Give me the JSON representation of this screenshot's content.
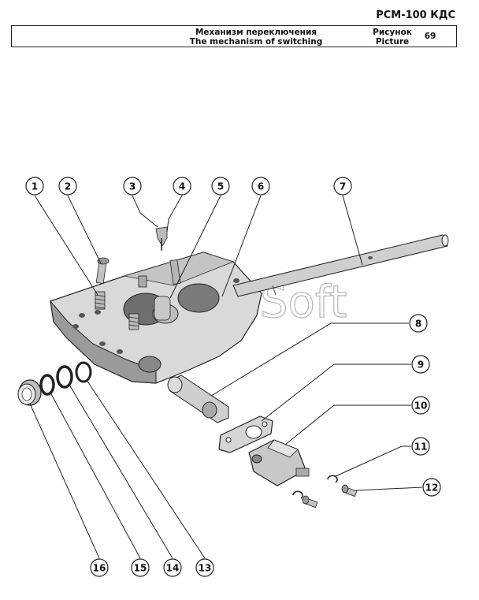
{
  "header": {
    "model": "РСМ-100 КДС",
    "title_ru": "Механизм переключения",
    "title_en": "The mechanism of switching",
    "picture_ru": "Рисунок",
    "picture_en": "Picture",
    "picture_number": "69"
  },
  "watermark": "AutoSoft",
  "callouts": [
    "1",
    "2",
    "3",
    "4",
    "5",
    "6",
    "7",
    "8",
    "9",
    "10",
    "11",
    "12",
    "13",
    "14",
    "15",
    "16"
  ]
}
